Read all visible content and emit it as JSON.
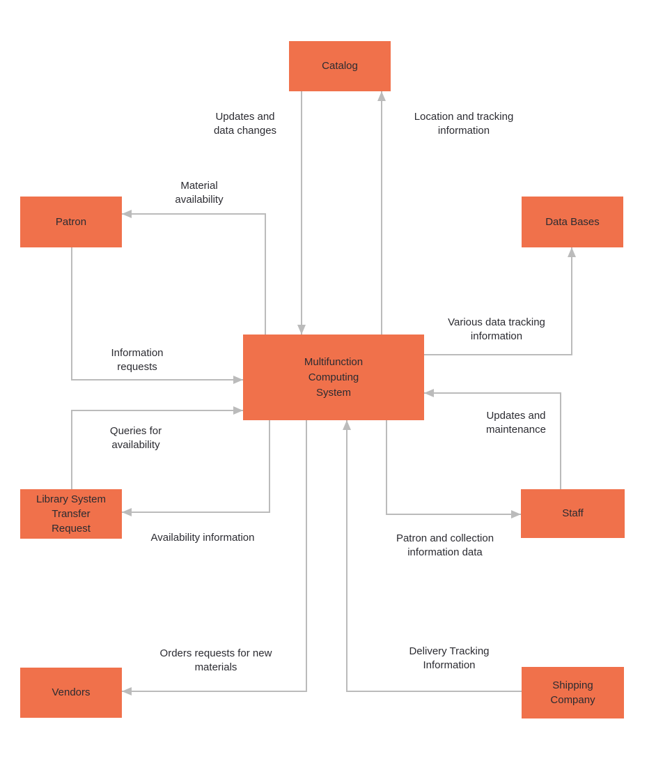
{
  "diagram": {
    "type": "data-flow-diagram",
    "colors": {
      "node_fill": "#F0714B",
      "connector": "#BBBBBB",
      "text": "#2B2B31",
      "background": "#FFFFFF"
    },
    "nodes": [
      {
        "id": "catalog",
        "label": "Catalog"
      },
      {
        "id": "patron",
        "label": "Patron"
      },
      {
        "id": "databases",
        "label": "Data Bases"
      },
      {
        "id": "system",
        "label": "Multifunction\nComputing\nSystem"
      },
      {
        "id": "library",
        "label": "Library System\nTransfer\nRequest"
      },
      {
        "id": "staff",
        "label": "Staff"
      },
      {
        "id": "vendors",
        "label": "Vendors"
      },
      {
        "id": "shipping",
        "label": "Shipping\nCompany"
      }
    ],
    "flows": [
      {
        "from": "catalog",
        "to": "system",
        "label": "Updates and\ndata changes"
      },
      {
        "from": "system",
        "to": "catalog",
        "label": "Location and tracking\ninformation"
      },
      {
        "from": "system",
        "to": "patron",
        "label": "Material\navailability"
      },
      {
        "from": "patron",
        "to": "system",
        "label": "Information\nrequests"
      },
      {
        "from": "library",
        "to": "system",
        "label": "Queries for\navailability"
      },
      {
        "from": "system",
        "to": "library",
        "label": "Availability information"
      },
      {
        "from": "system",
        "to": "databases",
        "label": "Various data tracking\ninformation"
      },
      {
        "from": "staff",
        "to": "system",
        "label": "Updates and\nmaintenance"
      },
      {
        "from": "system",
        "to": "staff",
        "label": "Patron and collection\ninformation data"
      },
      {
        "from": "system",
        "to": "vendors",
        "label": "Orders requests for new\nmaterials"
      },
      {
        "from": "shipping",
        "to": "system",
        "label": "Delivery Tracking\nInformation"
      }
    ]
  }
}
